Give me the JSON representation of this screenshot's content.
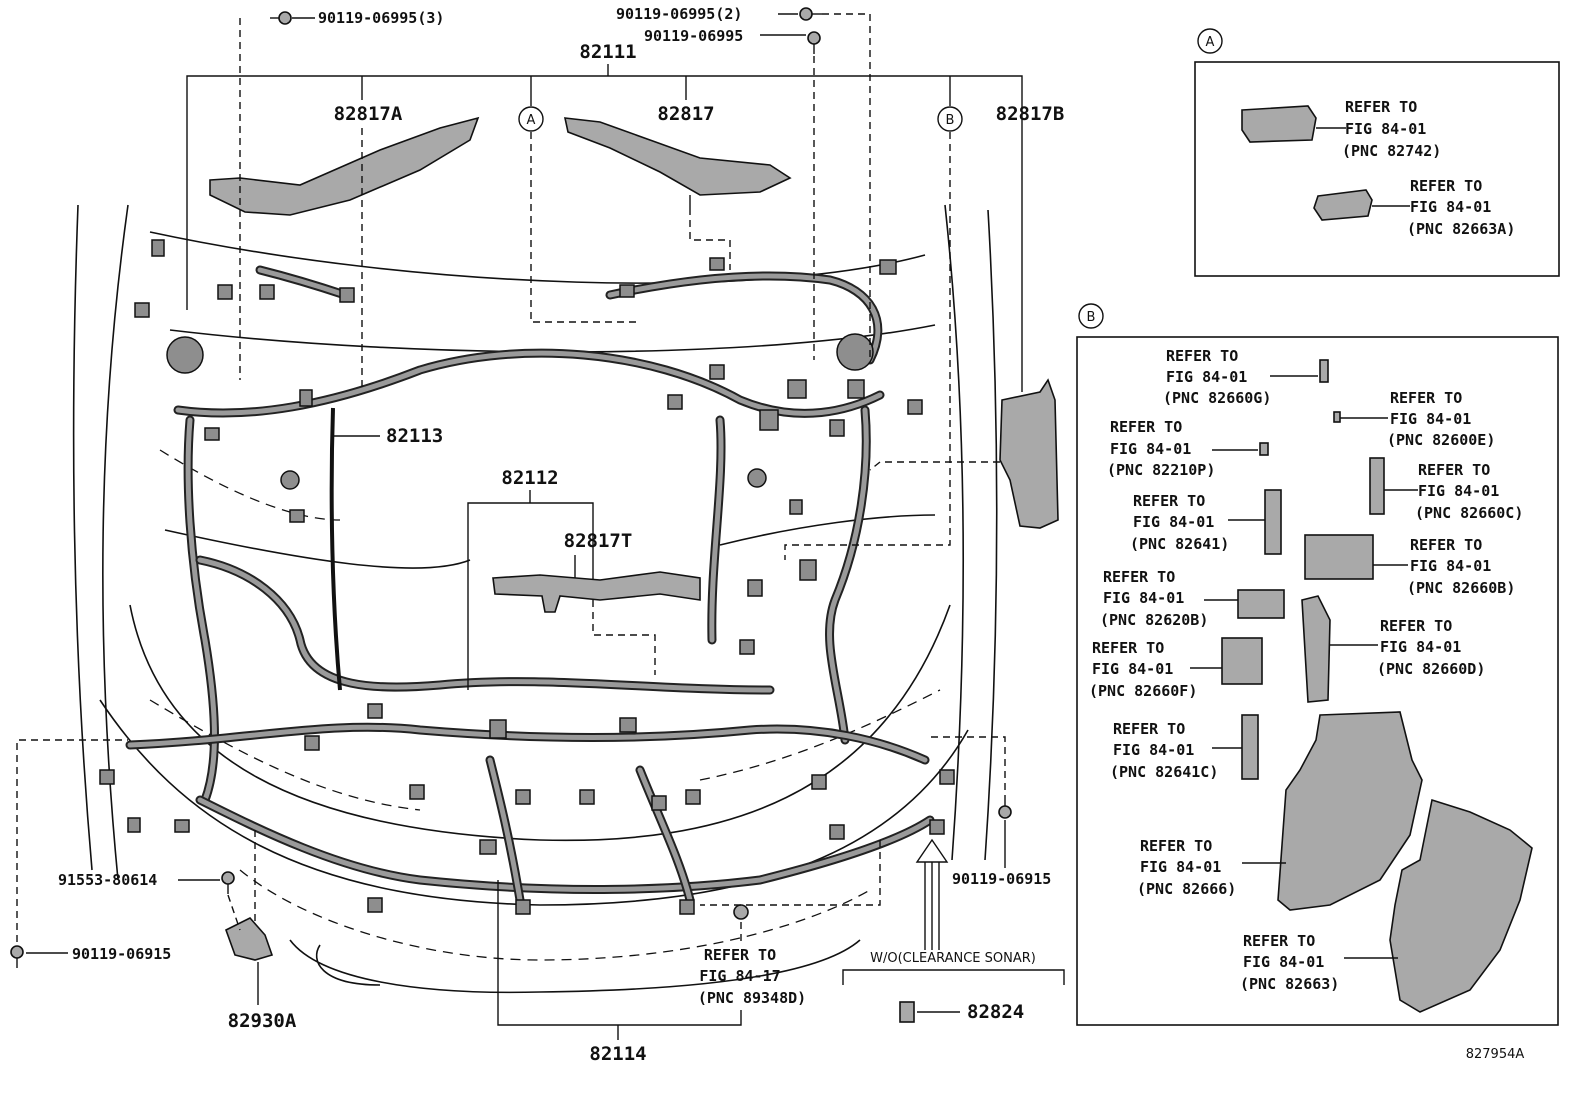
{
  "diagram": {
    "part_labels": {
      "p82111": "82111",
      "p82817A": "82817A",
      "p82817": "82817",
      "p82817B": "82817B",
      "p82113": "82113",
      "p82112": "82112",
      "p82817T": "82817T",
      "p82114": "82114",
      "p82930A": "82930A",
      "p82824": "82824",
      "bolt_90119_06995_3": "90119-06995(3)",
      "bolt_90119_06995_2": "90119-06995(2)",
      "bolt_90119_06995": "90119-06995",
      "bolt_91553_80614": "91553-80614",
      "bolt_90119_06915_left": "90119-06915",
      "bolt_90119_06915_right": "90119-06915"
    },
    "callouts": {
      "a": "A",
      "b": "B"
    },
    "main_refer": {
      "line1": "REFER TO",
      "line2": "FIG 84-17",
      "line3": "(PNC 89348D)"
    },
    "note_wo_sonar": "W/O(CLEARANCE SONAR)",
    "figure_id": "827954A",
    "inset_a": {
      "title": "A",
      "refs": [
        {
          "l1": "REFER TO",
          "l2": "FIG 84-01",
          "l3": "(PNC 82742)"
        },
        {
          "l1": "REFER TO",
          "l2": "FIG 84-01",
          "l3": "(PNC 82663A)"
        }
      ]
    },
    "inset_b": {
      "title": "B",
      "refs": [
        {
          "l1": "REFER TO",
          "l2": "FIG 84-01",
          "l3": "(PNC 82660G)"
        },
        {
          "l1": "REFER TO",
          "l2": "FIG 84-01",
          "l3": "(PNC 82600E)"
        },
        {
          "l1": "REFER TO",
          "l2": "FIG 84-01",
          "l3": "(PNC 82210P)"
        },
        {
          "l1": "REFER TO",
          "l2": "FIG 84-01",
          "l3": "(PNC 82660C)"
        },
        {
          "l1": "REFER TO",
          "l2": "FIG 84-01",
          "l3": "(PNC 82641)"
        },
        {
          "l1": "REFER TO",
          "l2": "FIG 84-01",
          "l3": "(PNC 82660B)"
        },
        {
          "l1": "REFER TO",
          "l2": "FIG 84-01",
          "l3": "(PNC 82620B)"
        },
        {
          "l1": "REFER TO",
          "l2": "FIG 84-01",
          "l3": "(PNC 82660D)"
        },
        {
          "l1": "REFER TO",
          "l2": "FIG 84-01",
          "l3": "(PNC 82660F)"
        },
        {
          "l1": "REFER TO",
          "l2": "FIG 84-01",
          "l3": "(PNC 82641C)"
        },
        {
          "l1": "REFER TO",
          "l2": "FIG 84-01",
          "l3": "(PNC 82666)"
        },
        {
          "l1": "REFER TO",
          "l2": "FIG 84-01",
          "l3": "(PNC 82663)"
        }
      ]
    }
  }
}
